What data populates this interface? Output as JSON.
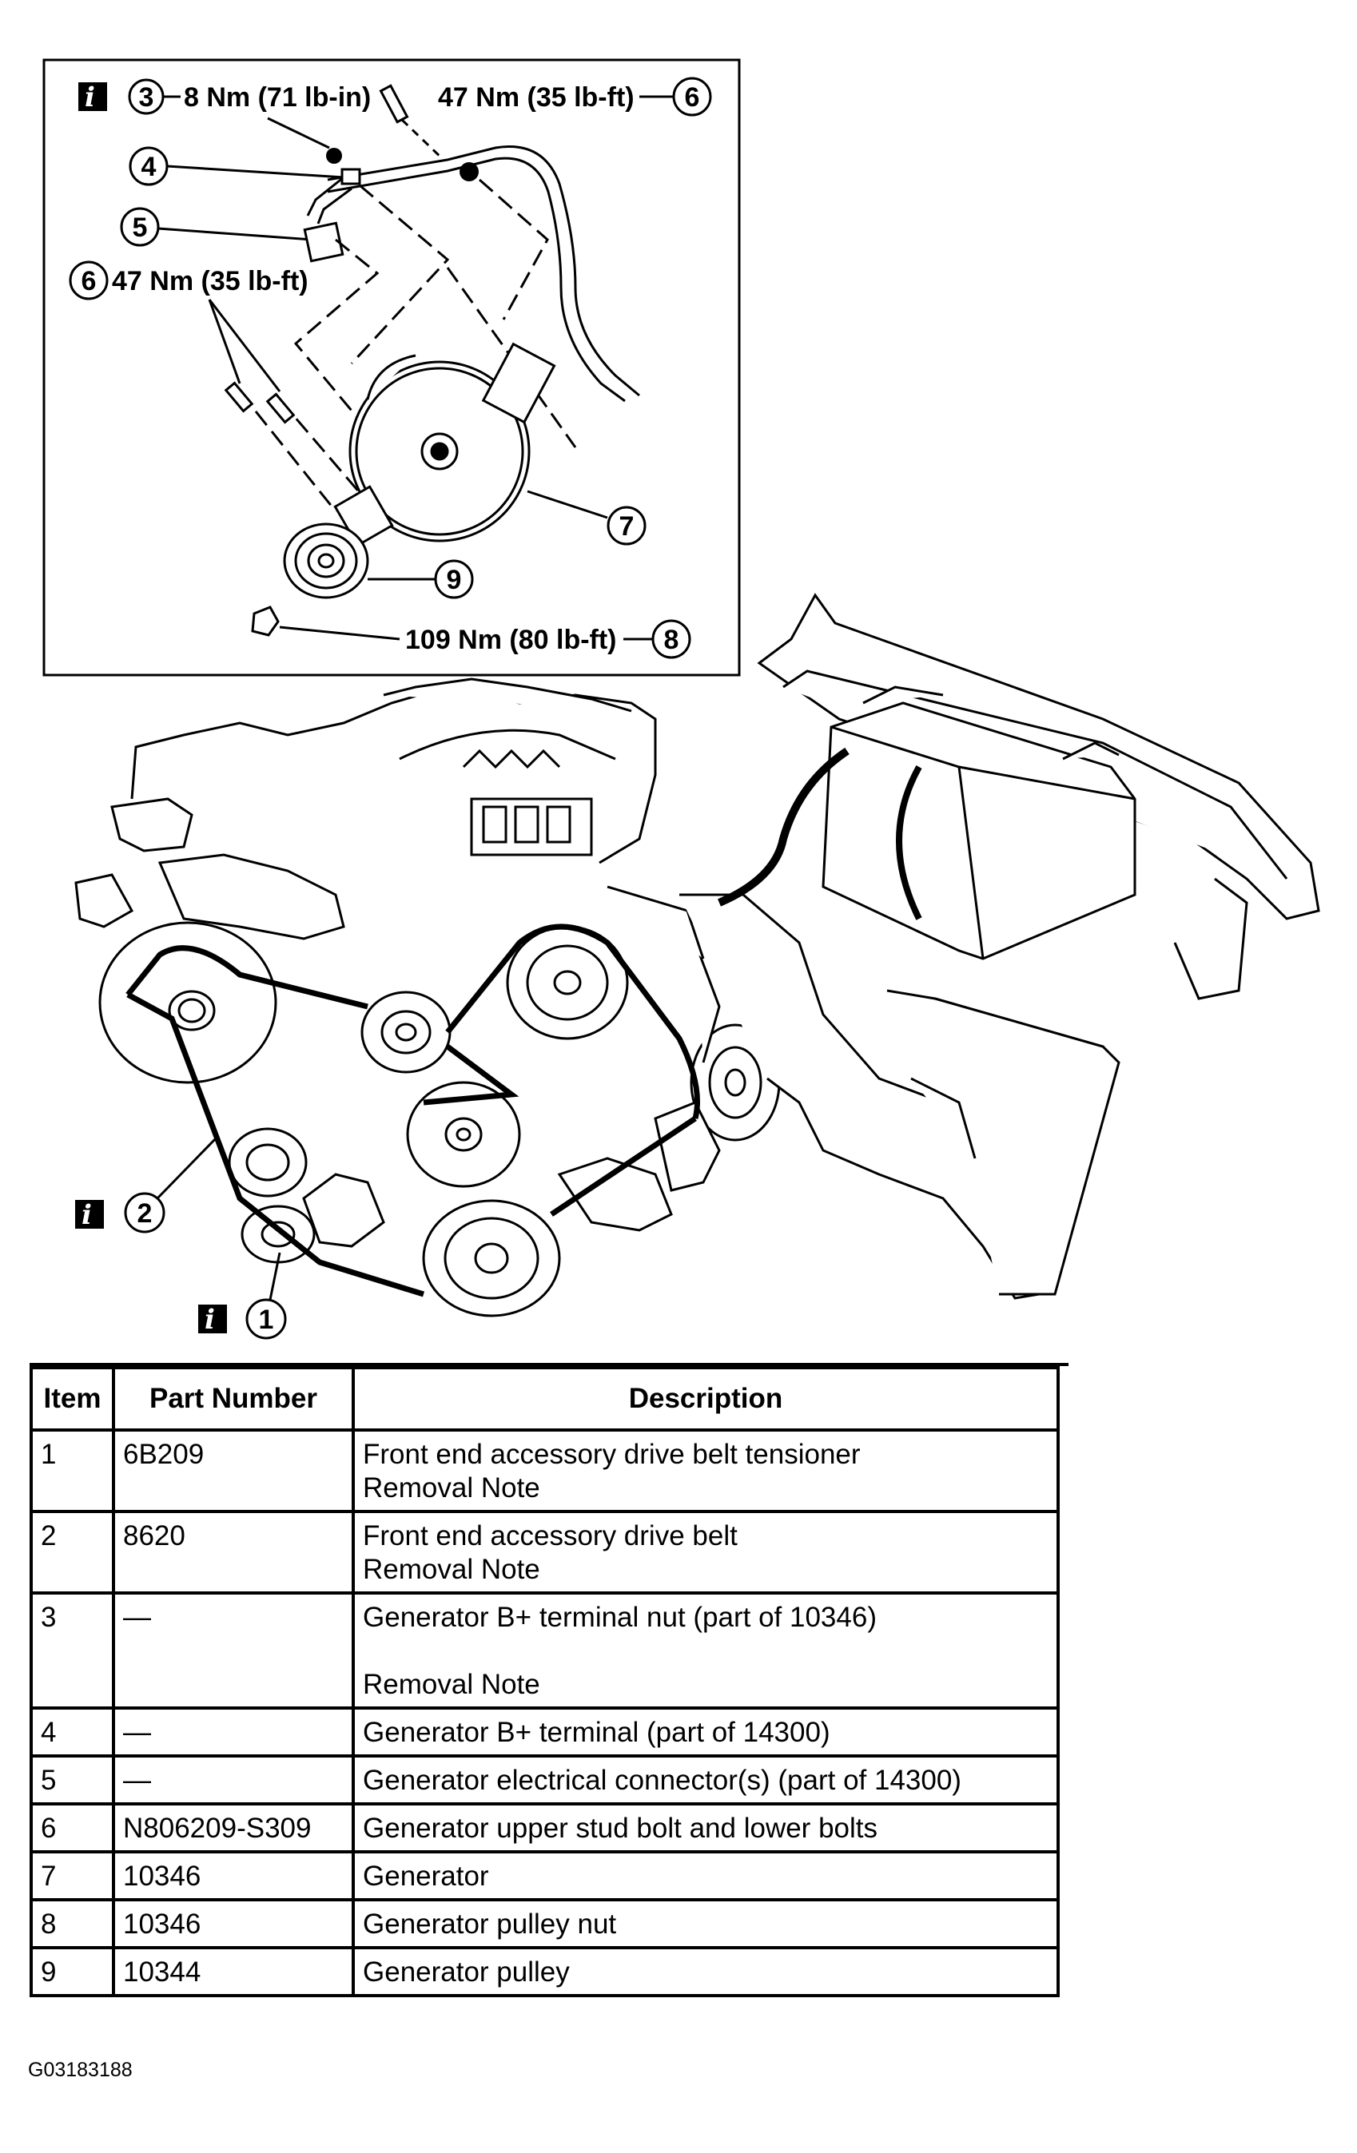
{
  "inset": {
    "callouts": [
      {
        "item": "3",
        "torque": "8 Nm (71 lb-in)"
      },
      {
        "item": "6",
        "torque": "47 Nm (35 lb-ft)"
      },
      {
        "item": "4",
        "torque": ""
      },
      {
        "item": "5",
        "torque": ""
      },
      {
        "item": "6",
        "torque": "47 Nm (35 lb-ft)"
      },
      {
        "item": "7",
        "torque": ""
      },
      {
        "item": "9",
        "torque": ""
      },
      {
        "item": "8",
        "torque": "109 Nm (80 lb-ft)"
      }
    ],
    "info_glyph": "i"
  },
  "engine": {
    "callouts": [
      {
        "item": "2"
      },
      {
        "item": "1"
      }
    ],
    "info_glyph": "i"
  },
  "table": {
    "headers": [
      "Item",
      "Part Number",
      "Description"
    ],
    "rows": [
      {
        "item": "1",
        "part": "6B209",
        "description": "Front end accessory drive belt tensioner\nRemoval Note"
      },
      {
        "item": "2",
        "part": "8620",
        "description": "Front end accessory drive belt\nRemoval Note"
      },
      {
        "item": "3",
        "part": "—",
        "description": "Generator B+ terminal nut (part of 10346)\n\nRemoval Note"
      },
      {
        "item": "4",
        "part": "—",
        "description": "Generator B+ terminal (part of 14300)"
      },
      {
        "item": "5",
        "part": "—",
        "description": "Generator electrical connector(s) (part of 14300)"
      },
      {
        "item": "6",
        "part": "N806209-S309",
        "description": "Generator upper stud bolt and lower bolts"
      },
      {
        "item": "7",
        "part": "10346",
        "description": "Generator"
      },
      {
        "item": "8",
        "part": "10346",
        "description": "Generator pulley nut"
      },
      {
        "item": "9",
        "part": "10344",
        "description": "Generator pulley"
      }
    ]
  },
  "figure_id": "G03183188"
}
